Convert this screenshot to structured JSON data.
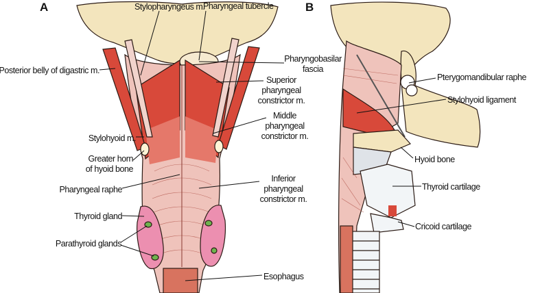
{
  "panels": {
    "a": "A",
    "b": "B"
  },
  "labels_a": {
    "stylopharyngeus": "Stylopharyngeus m.",
    "pharyngeal_tubercle": "Pharyngeal tubercle",
    "posterior_digastric": "Posterior belly of digastric m.",
    "pharyngobasilar_1": "Pharyngobasilar",
    "pharyngobasilar_2": "fascia",
    "superior_1": "Superior",
    "superior_2": "pharyngeal",
    "superior_3": "constrictor m.",
    "stylohyoid": "Stylohyoid m.",
    "middle_1": "Middle",
    "middle_2": "pharyngeal",
    "middle_3": "constrictor m.",
    "greater_horn_1": "Greater horn",
    "greater_horn_2": "of hyoid bone",
    "pharyngeal_raphe": "Pharyngeal raphe",
    "inferior_1": "Inferior",
    "inferior_2": "pharyngeal",
    "inferior_3": "constrictor m.",
    "thyroid_gland": "Thyroid gland",
    "parathyroid": "Parathyroid glands",
    "esophagus": "Esophagus"
  },
  "labels_b": {
    "pterygomandibular": "Pterygomandibular raphe",
    "stylohyoid_ligament": "Stylohyoid ligament",
    "hyoid_bone": "Hyoid bone",
    "thyroid_cartilage": "Thyroid cartilage",
    "cricoid_cartilage": "Cricoid cartilage"
  },
  "colors": {
    "bone": "#f3e5bd",
    "muscle_red": "#d8493a",
    "muscle_pink": "#efc3bb",
    "gland_pink": "#ec8fb0",
    "parathyroid_green": "#6fb34f"
  }
}
